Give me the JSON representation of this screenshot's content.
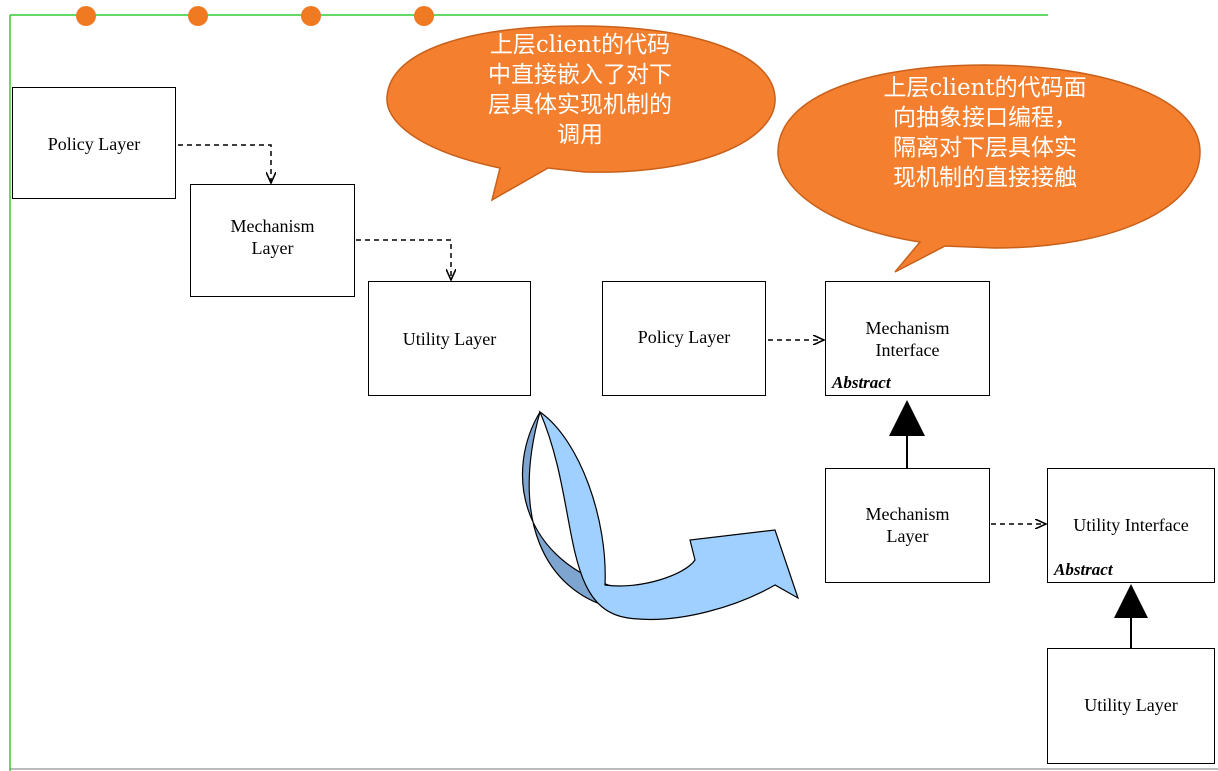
{
  "colors": {
    "frame": "#33cc33",
    "dot": "#f07a22",
    "bubble_fill": "#f47f2f",
    "bubble_stroke": "#c9601a",
    "arrow_dark": "#7da5d0",
    "arrow_light": "#9fd0ff"
  },
  "callouts": {
    "left": "上层client的代码\n中直接嵌入了对下\n层具体实现机制的\n调用",
    "right": "上层client的代码面\n向抽象接口编程，\n隔离对下层具体实\n现机制的直接接触"
  },
  "before": {
    "policy": "Policy Layer",
    "mechanism": "Mechanism\nLayer",
    "utility": "Utility Layer"
  },
  "after": {
    "policy": "Policy Layer",
    "mechanism_interface": "Mechanism\nInterface",
    "mechanism_interface_tag": "Abstract",
    "mechanism": "Mechanism\nLayer",
    "utility_interface": "Utility Interface",
    "utility_interface_tag": "Abstract",
    "utility": "Utility Layer"
  }
}
